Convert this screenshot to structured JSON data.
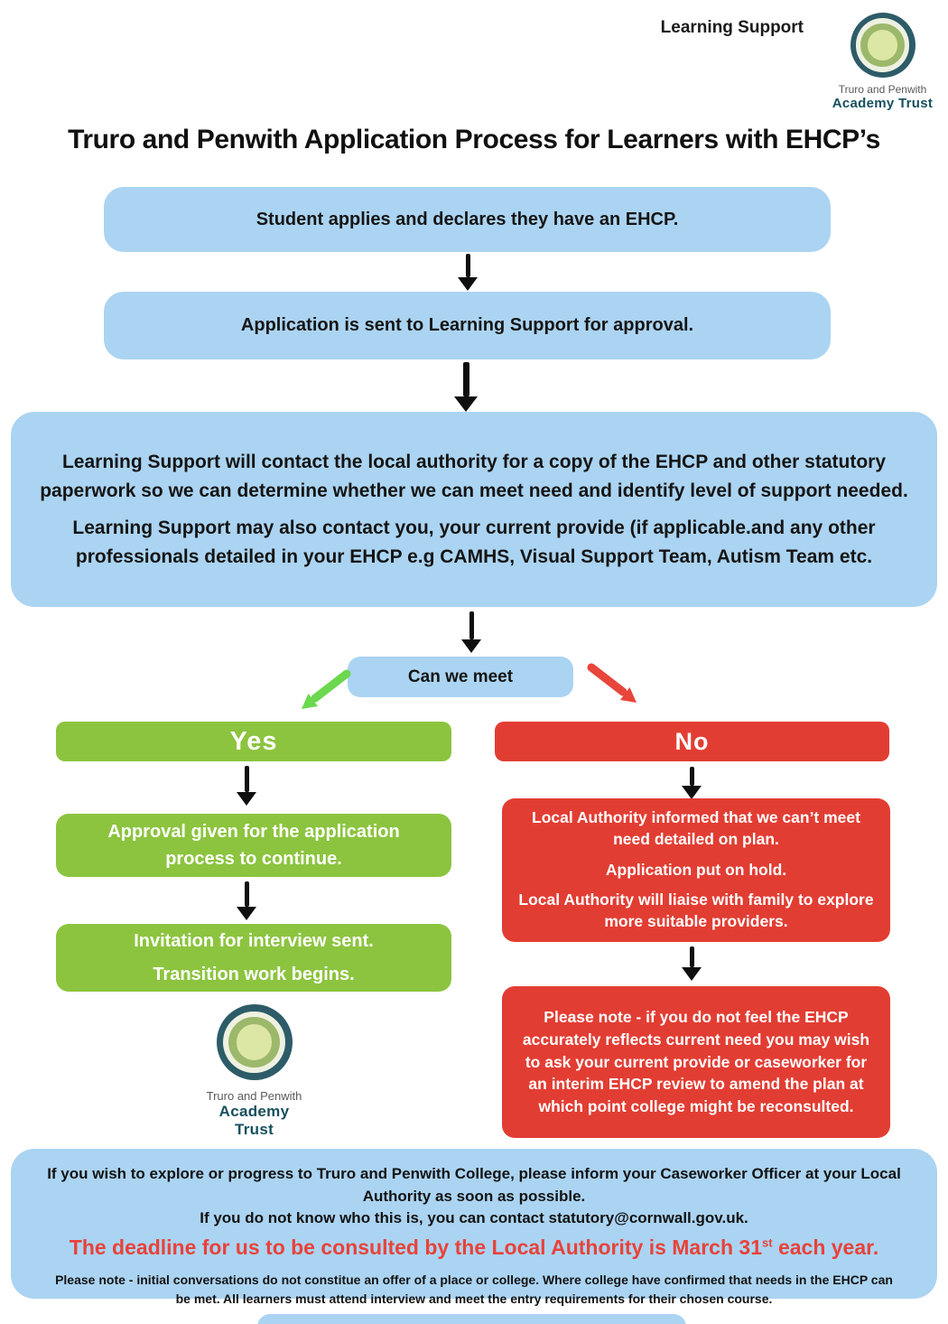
{
  "colors": {
    "blue": "#abd4f2",
    "green": "#8cc43f",
    "red": "#e23d33",
    "deadline_red": "#e8423a",
    "green_arrow": "#6bd84f",
    "red_arrow": "#e8453b"
  },
  "header": {
    "learning_support": "Learning Support"
  },
  "logo": {
    "name_line": "Truro and Penwith",
    "trust_line": "Academy Trust"
  },
  "title": "Truro and Penwith Application Process for Learners with EHCP’s",
  "flow": {
    "step1": "Student applies and declares they have an EHCP.",
    "step2": "Application is sent to Learning Support for approval.",
    "step3_p1": "Learning Support will contact the local authority for a copy of the EHCP and other statutory paperwork so we can  determine whether we can meet need and identify level of support needed.",
    "step3_p2": "Learning Support may also contact you, your current provide (if applicable.and any other professionals detailed in your EHCP e.g CAMHS, Visual Support Team, Autism Team etc.",
    "decision": "Can we meet",
    "yes": {
      "label": "Yes",
      "step1": "Approval given for the application process to continue.",
      "step2_l1": "Invitation for interview sent.",
      "step2_l2": "Transition work begins."
    },
    "no": {
      "label": "No",
      "step1_l1": "Local Authority informed that we can’t meet need detailed on plan.",
      "step1_l2": "Application put on hold.",
      "step1_l3": "Local Authority will liaise with family to explore more suitable providers.",
      "step2": "Please note - if you do not feel the EHCP accurately reflects current need you may wish to ask your current provide or caseworker for an interim EHCP review to amend the plan at which point college might be reconsulted."
    }
  },
  "footer": {
    "p1": "If you wish to explore or progress to Truro and Penwith College, please inform your Caseworker Officer at your Local Authority as soon as possible.",
    "p2": "If you do not know who this is, you can contact statutory@cornwall.gov.uk.",
    "deadline_pre": "The deadline for us to be consulted by the Local Authority is March 31",
    "deadline_sup": "st",
    "deadline_post": " each year.",
    "note": "Please note - initial conversations do not constitue an offer of a place or college. Where college have confirmed that needs in the EHCP can be met. All learners must attend interview and meet the entry requirements for their chosen course."
  }
}
